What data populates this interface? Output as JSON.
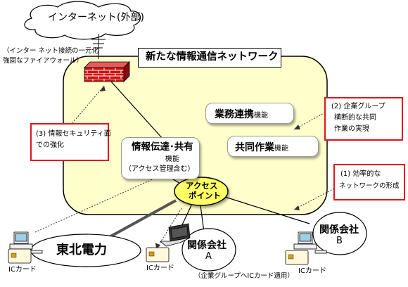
{
  "internet": {
    "label": "インターネット(外部)"
  },
  "firewall_note": {
    "line1": "（インター ネット接続の一元化",
    "line2": "強固なファイアウォール）"
  },
  "network_title": "新たな情報通信ネットワーク",
  "functions": {
    "gyomu": {
      "main": "業務連携",
      "suffix": "機能"
    },
    "kyodo": {
      "main": "共同作業",
      "suffix": "機能"
    },
    "joho": {
      "main": "情報伝達･共有",
      "line2": "機能",
      "line3": "（アクセス管理含む）"
    }
  },
  "access_point": {
    "line1": "アクセス",
    "line2": "ポイント"
  },
  "callouts": {
    "security": {
      "line1": "(3) 情報セキュリティ面",
      "line2": "での強化"
    },
    "group": {
      "line1": "(2) 企業グループ",
      "line2": "横断的な共同",
      "line3": "作業の実現"
    },
    "network": {
      "line1": "(1) 効率的な",
      "line2": "ネットワークの形成"
    }
  },
  "nodes": {
    "tohoku": "東北電力",
    "kankei_a": {
      "line1": "関係会社",
      "line2": "A"
    },
    "kankei_b": {
      "line1": "関係会社",
      "line2": "B"
    }
  },
  "ic_labels": {
    "left": "ICカード",
    "middle": "ICカード",
    "right": "ICカード"
  },
  "footer_note": "（企業グループへICカード適用）",
  "colors": {
    "network_fill": "#ffffcc",
    "access_point_fill": "#ffff66",
    "firewall": "#cc1111",
    "callout_border": "#e0141e"
  }
}
